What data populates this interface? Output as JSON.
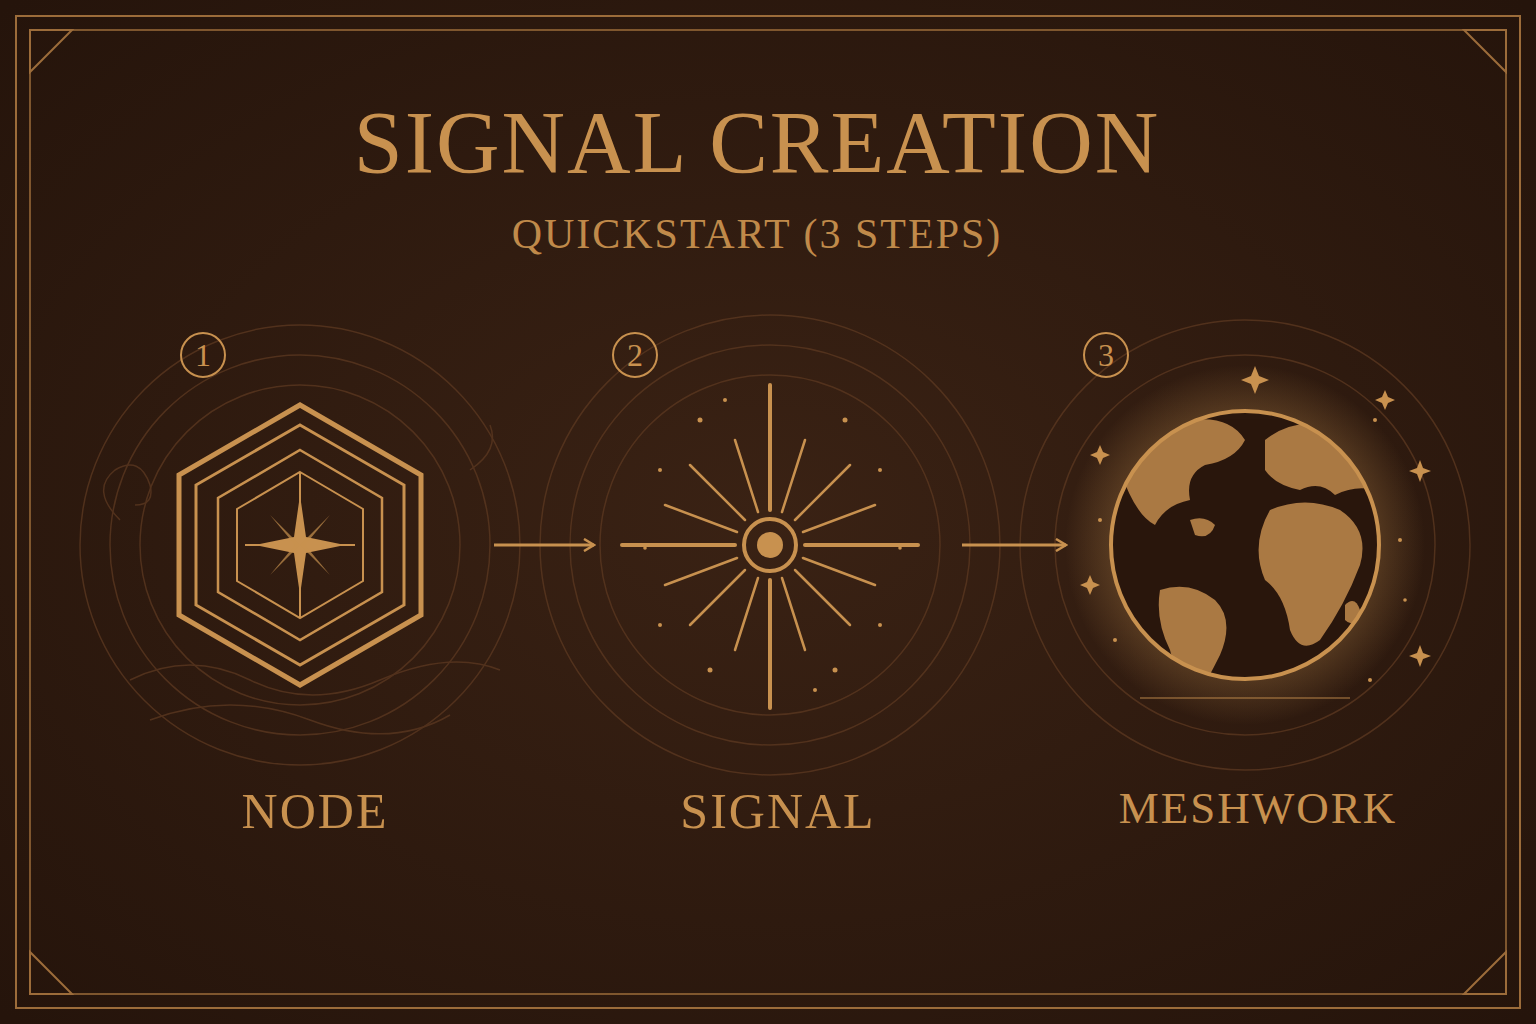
{
  "diagram": {
    "title": "SIGNAL CREATION",
    "nodes": [
      {
        "text": [
          "1",
          "NODE"
        ]
      },
      {
        "text": [
          "2",
          "SIGNAL"
        ]
      },
      {
        "text": [
          "3",
          "MESHWORK"
        ]
      }
    ],
    "edges": [
      {
        "from": 0,
        "to": 1,
        "arrow": "to"
      },
      {
        "from": 1,
        "to": 2,
        "arrow": "to"
      }
    ],
    "labels": [
      "QUICKSTART (3 STEPS)"
    ]
  }
}
